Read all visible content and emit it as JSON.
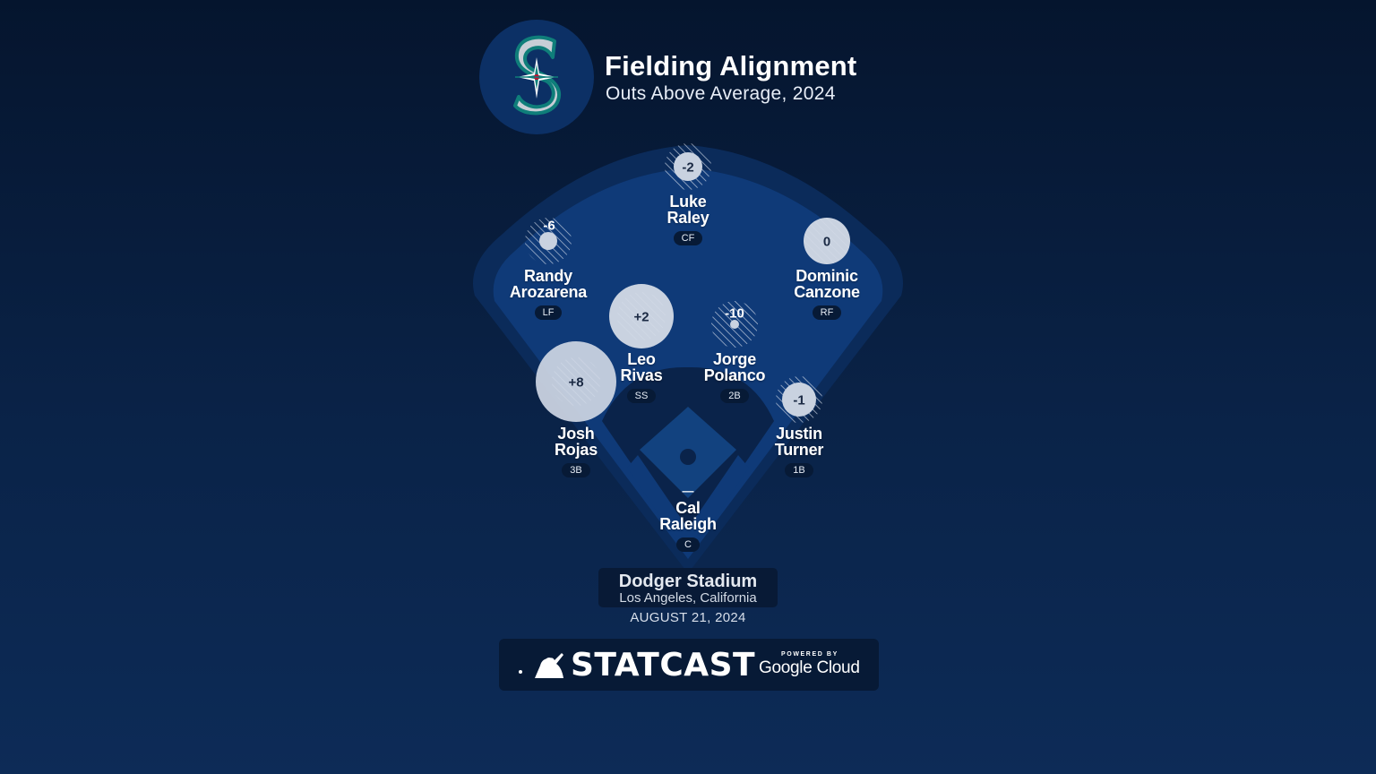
{
  "header": {
    "title": "Fielding Alignment",
    "subtitle": "Outs Above Average, 2024",
    "team_logo": "seattle-mariners-s-compass-logo"
  },
  "colors": {
    "background_top": "#05152e",
    "background_bottom": "#0d2b57",
    "outfield": "#0f3a78",
    "warning_track": "#0b2b5a",
    "infield_dirt": "#0a234a",
    "infield_grass": "#12427f",
    "bubble": "#c9d2e0",
    "pill": "#071a36"
  },
  "players": [
    {
      "name_line1": "Luke",
      "name_line2": "Raley",
      "position": "CF",
      "oaa": "-2"
    },
    {
      "name_line1": "Randy",
      "name_line2": "Arozarena",
      "position": "LF",
      "oaa": "-6"
    },
    {
      "name_line1": "Dominic",
      "name_line2": "Canzone",
      "position": "RF",
      "oaa": "0"
    },
    {
      "name_line1": "Leo",
      "name_line2": "Rivas",
      "position": "SS",
      "oaa": "+2"
    },
    {
      "name_line1": "Jorge",
      "name_line2": "Polanco",
      "position": "2B",
      "oaa": "-10"
    },
    {
      "name_line1": "Josh",
      "name_line2": "Rojas",
      "position": "3B",
      "oaa": "+8"
    },
    {
      "name_line1": "Justin",
      "name_line2": "Turner",
      "position": "1B",
      "oaa": "-1"
    },
    {
      "name_line1": "Cal",
      "name_line2": "Raleigh",
      "position": "C",
      "oaa": "—"
    }
  ],
  "venue": {
    "stadium": "Dodger Stadium",
    "location": "Los Angeles, California",
    "date": "AUGUST 21, 2024"
  },
  "footer": {
    "brand": "STATCAST",
    "powered_by": "POWERED BY",
    "partner": "Google Cloud"
  }
}
